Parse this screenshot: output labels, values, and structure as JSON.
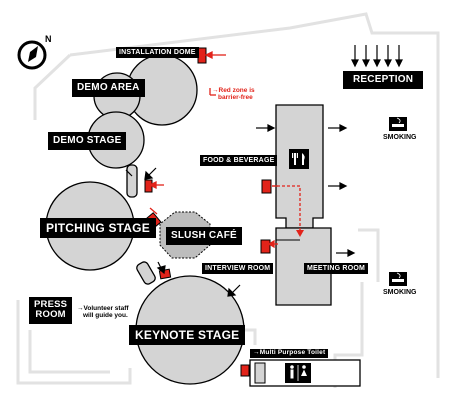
{
  "compass": {
    "label": "N",
    "icon": "compass-icon"
  },
  "areas": {
    "installation_dome": "INSTALLATION DOME",
    "demo_area": "DEMO AREA",
    "demo_stage": "DEMO STAGE",
    "pitching_stage": "PITCHING STAGE",
    "slush_cafe": "SLUSH CAFÉ",
    "keynote_stage": "KEYNOTE STAGE",
    "food_beverage": "FOOD & BEVERAGE",
    "interview_room": "INTERVIEW ROOM",
    "meeting_room": "MEETING ROOM",
    "reception": "RECEPTION",
    "press_room_line1": "PRESS",
    "press_room_line2": "ROOM"
  },
  "notes": {
    "red_zone_line1": "→Red zone is",
    "red_zone_line2": "barrier-free",
    "volunteer_line1": "→Volunteer staff",
    "volunteer_line2": "will guide you.",
    "toilet": "→Multi Purpose Toilet"
  },
  "smoking": [
    {
      "label": "SMOKING",
      "icon": "smoking-icon"
    },
    {
      "label": "SMOKING",
      "icon": "smoking-icon"
    }
  ],
  "colors": {
    "room_fill": "#d4d4d4",
    "outline": "#000000",
    "accent_red": "#e2231a",
    "wall": "#e6e6e6"
  },
  "icons": [
    "compass-icon",
    "fork-knife-icon",
    "restroom-icon",
    "smoking-icon",
    "arrow-icon",
    "barrier-free-marker-icon"
  ]
}
